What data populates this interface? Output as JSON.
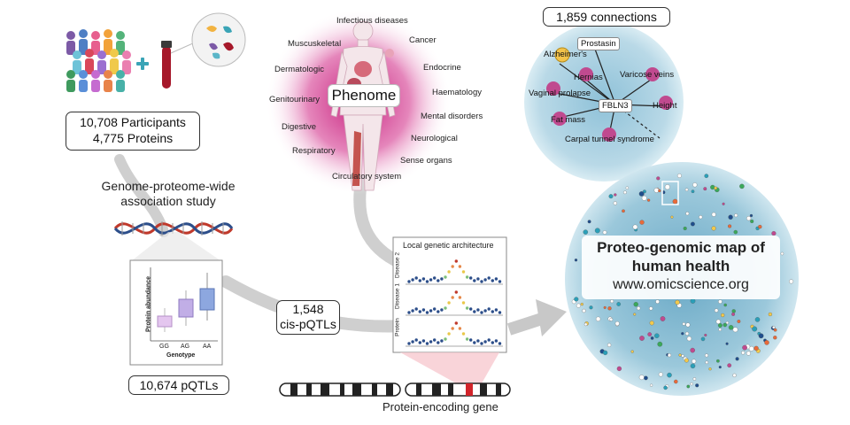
{
  "participants": {
    "line1": "10,708 Participants",
    "line2": "4,775 Proteins"
  },
  "gwas": {
    "line1": "Genome-proteome-wide",
    "line2": "association study"
  },
  "pqtls": "10,674 pQTLs",
  "cis": {
    "line1": "1,548",
    "line2": "cis-pQTLs"
  },
  "boxplot": {
    "ylabel": "Protein abundance",
    "xlabel": "Genotype",
    "categories": [
      "GG",
      "AG",
      "AA"
    ]
  },
  "phenome": {
    "title": "Phenome",
    "categories": [
      "Infectious diseases",
      "Cancer",
      "Muscuskeletal",
      "Endocrine",
      "Dermatologic",
      "Haematology",
      "Genitourinary",
      "Mental disorders",
      "Digestive",
      "Neurological",
      "Respiratory",
      "Sense organs",
      "Circulatory system"
    ]
  },
  "local": {
    "title": "Local genetic architecture",
    "tracks": [
      "Disease 2",
      "Disease 1",
      "Protein"
    ]
  },
  "gene_label": "Protein-encoding gene",
  "network": {
    "connections": "1,859 connections",
    "center": "FBLN3",
    "nodes": [
      "Prostasin",
      "Alzheimer's",
      "Hernias",
      "Varicose veins",
      "Vaginal prolapse",
      "Height",
      "Fat mass",
      "Carpal tunnel syndrome"
    ]
  },
  "map": {
    "line1": "Proteo-genomic map of",
    "line2": "human health",
    "url": "www.omicscience.org"
  },
  "colors": {
    "phenome": "#d6479a",
    "network": "#aacfe0",
    "arrow": "#c8c8c8",
    "dna_red": "#c0392b",
    "dna_blue": "#2c4e8a"
  }
}
